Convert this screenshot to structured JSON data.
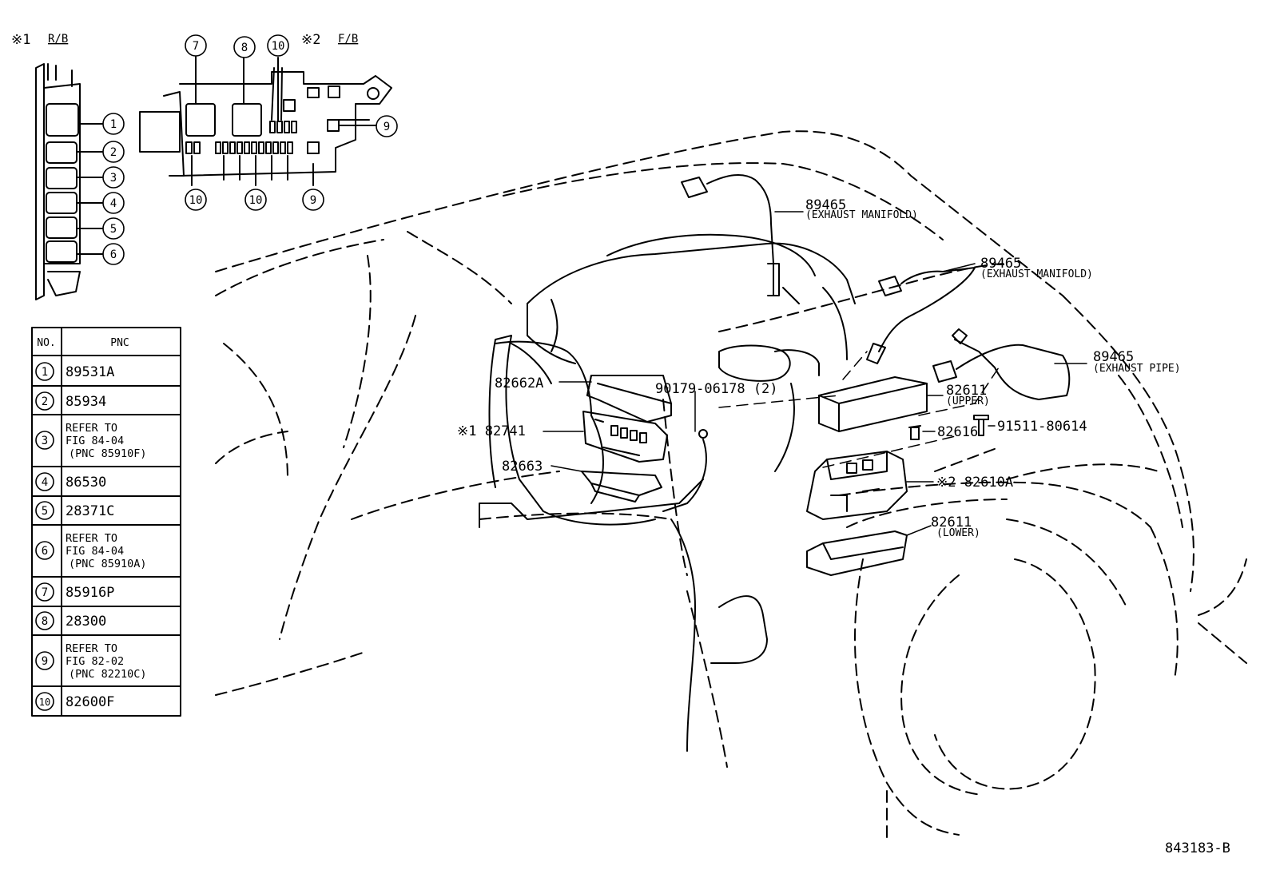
{
  "headers": {
    "rb_mark": "※1",
    "rb": "R/B",
    "fb_mark": "※2",
    "fb": "F/B"
  },
  "circles": [
    "1",
    "2",
    "3",
    "4",
    "5",
    "6",
    "7",
    "8",
    "9",
    "10"
  ],
  "parts_table": {
    "col_no": "NO.",
    "col_pnc": "PNC",
    "rows": [
      {
        "no": "1",
        "lines": [
          "89531A"
        ]
      },
      {
        "no": "2",
        "lines": [
          "85934"
        ]
      },
      {
        "no": "3",
        "lines": [
          "REFER TO",
          "FIG 84-04",
          "(PNC 85910F)"
        ]
      },
      {
        "no": "4",
        "lines": [
          "86530"
        ]
      },
      {
        "no": "5",
        "lines": [
          "28371C"
        ]
      },
      {
        "no": "6",
        "lines": [
          "REFER TO",
          "FIG 84-04",
          "(PNC 85910A)"
        ]
      },
      {
        "no": "7",
        "lines": [
          "85916P"
        ]
      },
      {
        "no": "8",
        "lines": [
          "28300"
        ]
      },
      {
        "no": "9",
        "lines": [
          "REFER TO",
          "FIG 82-02",
          "(PNC 82210C)"
        ]
      },
      {
        "no": "10",
        "lines": [
          "82600F"
        ]
      }
    ]
  },
  "callouts": {
    "sensor_1": {
      "pn": "89465",
      "note": "(EXHAUST MANIFOLD)"
    },
    "sensor_2": {
      "pn": "89465",
      "note": "(EXHAUST MANIFOLD)"
    },
    "sensor_3": {
      "pn": "89465",
      "note": "(EXHAUST PIPE)"
    },
    "cover_left": "82662A",
    "nut": "90179-06178 (2)",
    "relay_block": "※1 82741",
    "bracket": "82663",
    "cover_upper": {
      "pn": "82611",
      "note": "(UPPER)"
    },
    "clip": "82616",
    "bolt": "91511-80614",
    "fuse_block": "※2 82610A",
    "cover_lower": {
      "pn": "82611",
      "note": "(LOWER)"
    }
  },
  "figure_id": "843183-B"
}
